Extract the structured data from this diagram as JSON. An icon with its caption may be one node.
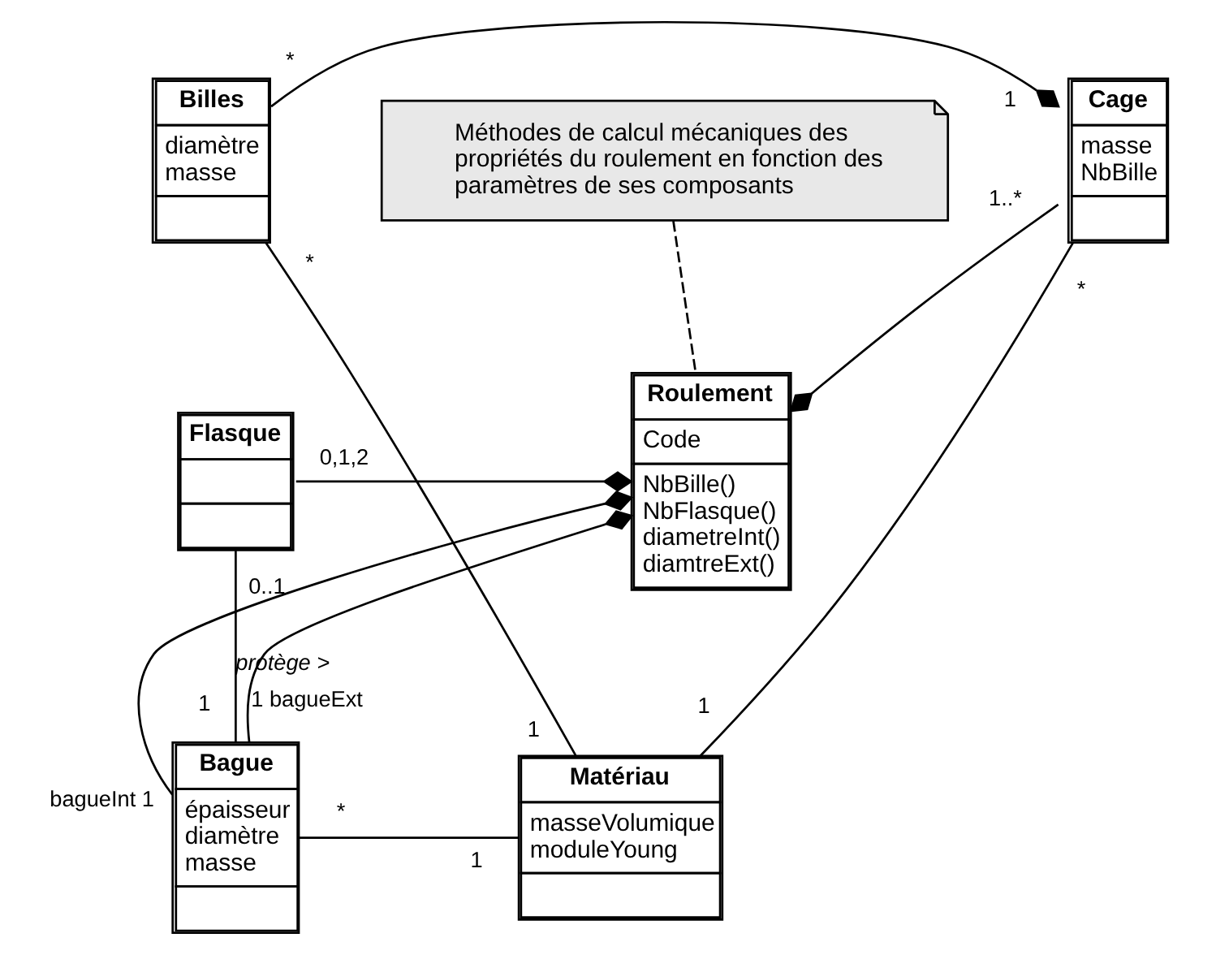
{
  "diagram": {
    "nodes": [
      {
        "text": [
          "Méthodes de calcul mécaniques des propriétés du roulement en fonction des paramètres de ses composants"
        ]
      },
      {
        "text": [
          "Cage",
          "masse",
          "NbBille"
        ]
      },
      {
        "text": [
          "Billes",
          "diamètre",
          "masse"
        ]
      },
      {
        "text": [
          "Flasque"
        ]
      },
      {
        "text": [
          "Roulement",
          "Code",
          "NbBille()",
          "NbFlasque()",
          "diametreInt()",
          "diamtreExt()"
        ]
      },
      {
        "text": [
          "Bague",
          "épaisseur",
          "diamètre",
          "masse"
        ]
      },
      {
        "text": [
          "Matériau",
          "masseVolumique",
          "moduleYoung"
        ]
      }
    ],
    "edges": [
      {
        "from": 0,
        "to": 4,
        "arrow": "none",
        "style": "dashed"
      },
      {
        "from": 2,
        "to": 1,
        "arrow": "other"
      },
      {
        "from": 1,
        "to": 4,
        "arrow": "other"
      },
      {
        "from": 3,
        "to": 4,
        "arrow": "other"
      },
      {
        "from": 5,
        "to": 4,
        "arrow": "other"
      },
      {
        "from": 5,
        "to": 4,
        "arrow": "other"
      },
      {
        "from": 1,
        "to": 6,
        "arrow": "none"
      },
      {
        "from": 2,
        "to": 6,
        "arrow": "none"
      },
      {
        "from": 3,
        "to": 5,
        "arrow": "none",
        "label": "protège >"
      },
      {
        "from": 5,
        "to": 6,
        "arrow": "none"
      }
    ],
    "labels": [
      "1",
      "*",
      "1..*",
      "*",
      "*",
      "0,1,2",
      "0..1",
      "1",
      "1",
      "bagueInt 1",
      "1 bagueExt",
      "1",
      "*",
      "1"
    ]
  }
}
